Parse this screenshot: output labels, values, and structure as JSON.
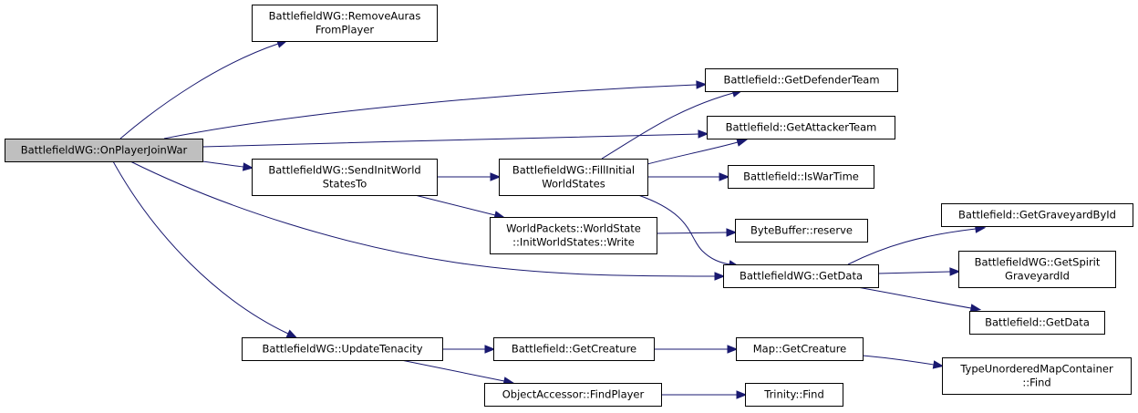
{
  "title": "Call graph for BattlefieldWG::OnPlayerJoinWar",
  "colors": {
    "edge": "#191970",
    "root_fill": "#bfbfbf",
    "node_fill": "#ffffff",
    "border": "#000000"
  },
  "nodes": [
    {
      "id": "onplayerjoinwar",
      "lines": [
        "BattlefieldWG::OnPlayerJoinWar"
      ],
      "root": true
    },
    {
      "id": "removeaurasfromplayer",
      "lines": [
        "BattlefieldWG::RemoveAuras",
        "FromPlayer"
      ]
    },
    {
      "id": "getdefenderteam",
      "lines": [
        "Battlefield::GetDefenderTeam"
      ]
    },
    {
      "id": "getattackerteam",
      "lines": [
        "Battlefield::GetAttackerTeam"
      ]
    },
    {
      "id": "sendinitworldstatesto",
      "lines": [
        "BattlefieldWG::SendInitWorld",
        "StatesTo"
      ]
    },
    {
      "id": "fillinitialworldstates",
      "lines": [
        "BattlefieldWG::FillInitial",
        "WorldStates"
      ]
    },
    {
      "id": "iswartime",
      "lines": [
        "Battlefield::IsWarTime"
      ]
    },
    {
      "id": "initworldstateswrite",
      "lines": [
        "WorldPackets::WorldState",
        "::InitWorldStates::Write"
      ]
    },
    {
      "id": "bytebufferreserve",
      "lines": [
        "ByteBuffer::reserve"
      ]
    },
    {
      "id": "wggetdata",
      "lines": [
        "BattlefieldWG::GetData"
      ]
    },
    {
      "id": "getgraveyardbyid",
      "lines": [
        "Battlefield::GetGraveyardById"
      ]
    },
    {
      "id": "getspiritgraveyardid",
      "lines": [
        "BattlefieldWG::GetSpirit",
        "GraveyardId"
      ]
    },
    {
      "id": "bfgetdata",
      "lines": [
        "Battlefield::GetData"
      ]
    },
    {
      "id": "updatetenacity",
      "lines": [
        "BattlefieldWG::UpdateTenacity"
      ]
    },
    {
      "id": "bfgetcreature",
      "lines": [
        "Battlefield::GetCreature"
      ]
    },
    {
      "id": "mapgetcreature",
      "lines": [
        "Map::GetCreature"
      ]
    },
    {
      "id": "typeunorderedmapcontainerfind",
      "lines": [
        "TypeUnorderedMapContainer",
        "::Find"
      ]
    },
    {
      "id": "findplayer",
      "lines": [
        "ObjectAccessor::FindPlayer"
      ]
    },
    {
      "id": "trinityfind",
      "lines": [
        "Trinity::Find"
      ]
    }
  ],
  "edges": [
    {
      "from": "onplayerjoinwar",
      "to": "removeaurasfromplayer"
    },
    {
      "from": "onplayerjoinwar",
      "to": "getdefenderteam"
    },
    {
      "from": "onplayerjoinwar",
      "to": "getattackerteam"
    },
    {
      "from": "onplayerjoinwar",
      "to": "sendinitworldstatesto"
    },
    {
      "from": "onplayerjoinwar",
      "to": "wggetdata"
    },
    {
      "from": "onplayerjoinwar",
      "to": "updatetenacity"
    },
    {
      "from": "sendinitworldstatesto",
      "to": "fillinitialworldstates"
    },
    {
      "from": "sendinitworldstatesto",
      "to": "initworldstateswrite"
    },
    {
      "from": "fillinitialworldstates",
      "to": "getdefenderteam"
    },
    {
      "from": "fillinitialworldstates",
      "to": "getattackerteam"
    },
    {
      "from": "fillinitialworldstates",
      "to": "iswartime"
    },
    {
      "from": "fillinitialworldstates",
      "to": "wggetdata"
    },
    {
      "from": "initworldstateswrite",
      "to": "bytebufferreserve"
    },
    {
      "from": "wggetdata",
      "to": "getgraveyardbyid"
    },
    {
      "from": "wggetdata",
      "to": "getspiritgraveyardid"
    },
    {
      "from": "wggetdata",
      "to": "bfgetdata"
    },
    {
      "from": "updatetenacity",
      "to": "bfgetcreature"
    },
    {
      "from": "updatetenacity",
      "to": "findplayer"
    },
    {
      "from": "bfgetcreature",
      "to": "mapgetcreature"
    },
    {
      "from": "mapgetcreature",
      "to": "typeunorderedmapcontainerfind"
    },
    {
      "from": "findplayer",
      "to": "trinityfind"
    }
  ]
}
